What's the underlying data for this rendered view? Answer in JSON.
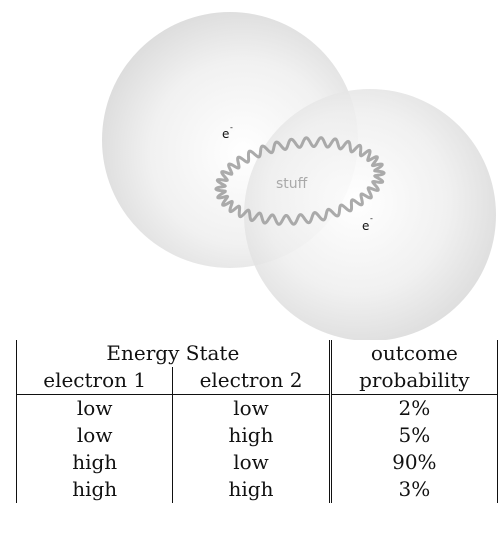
{
  "diagram": {
    "electron_top": {
      "base": "e",
      "sup": "-"
    },
    "electron_bottom": {
      "base": "e",
      "sup": "-"
    },
    "center_label": "stuff"
  },
  "table": {
    "group_header": "Energy State",
    "col1_header": "electron 1",
    "col2_header": "electron 2",
    "outcome_header_line1": "outcome",
    "outcome_header_line2": "probability",
    "rows": [
      {
        "e1": "low",
        "e2": "low",
        "p": "2%"
      },
      {
        "e1": "low",
        "e2": "high",
        "p": "5%"
      },
      {
        "e1": "high",
        "e2": "low",
        "p": "90%"
      },
      {
        "e1": "high",
        "e2": "high",
        "p": "3%"
      }
    ]
  }
}
